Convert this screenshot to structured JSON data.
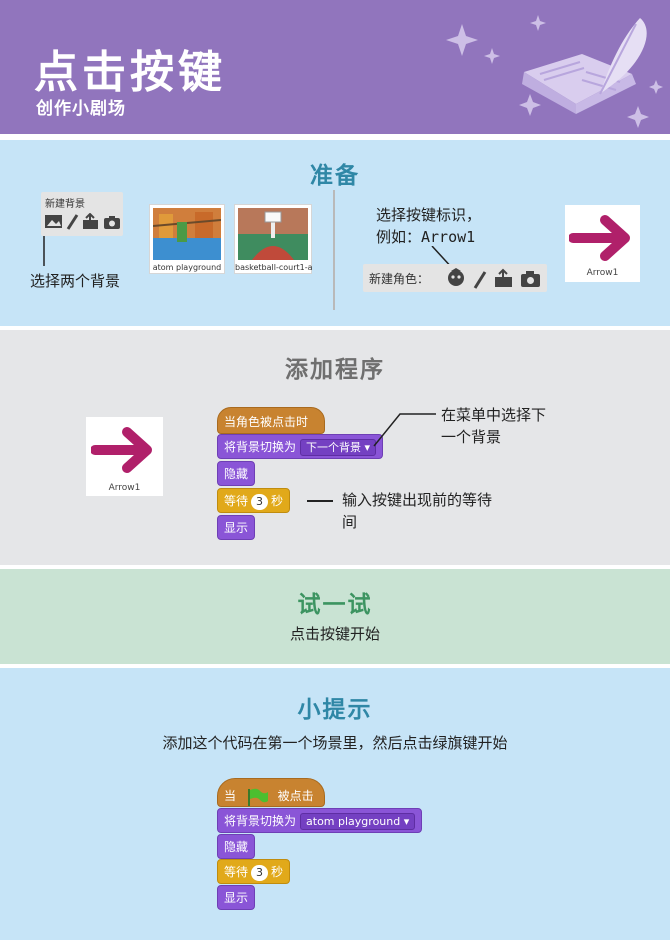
{
  "header": {
    "title": "点击按键",
    "subtitle": "创作小剧场"
  },
  "prepare": {
    "heading": "准备",
    "backdrop_panel_label": "新建背景",
    "backdrop_instruction": "选择两个背景",
    "backdrops": [
      {
        "label": "atom playground"
      },
      {
        "label": "basketball-court1-a"
      }
    ],
    "sprite_instruction_line1": "选择按键标识，",
    "sprite_instruction_line2": "例如：Arrow1",
    "sprite_panel_label": "新建角色：",
    "sprite_name": "Arrow1"
  },
  "add_program": {
    "heading": "添加程序",
    "sprite_name": "Arrow1",
    "blocks": {
      "when_clicked": "当角色被点击时",
      "switch_backdrop": "将背景切换为",
      "backdrop_option": "下一个背景",
      "hide": "隐藏",
      "wait": "等待",
      "wait_value": "3",
      "wait_unit": "秒",
      "show": "显示"
    },
    "note_menu_line1": "在菜单中选择下",
    "note_menu_line2": "一个背景",
    "note_wait_line1": "输入按键出现前的等待",
    "note_wait_line2": "间"
  },
  "try_it": {
    "heading": "试一试",
    "text": "点击按键开始"
  },
  "tips": {
    "heading": "小提示",
    "text": "添加这个代码在第一个场景里，然后点击绿旗键开始",
    "blocks": {
      "when": "当",
      "clicked": "被点击",
      "switch_backdrop": "将背景切换为",
      "backdrop_option": "atom playground",
      "hide": "隐藏",
      "wait": "等待",
      "wait_value": "3",
      "wait_unit": "秒",
      "show": "显示"
    }
  },
  "colors": {
    "header": "#9175bd",
    "section_blue": "#c6e4f7",
    "section_gray": "#e5e6e8",
    "section_green": "#c9e3d3",
    "heading_teal": "#2f87a6",
    "heading_gray": "#6f6f6f",
    "heading_green": "#3c9461",
    "looks_block": "#8a55d7",
    "control_block": "#e1a91a",
    "event_block": "#c88330",
    "arrow": "#b0206a"
  }
}
